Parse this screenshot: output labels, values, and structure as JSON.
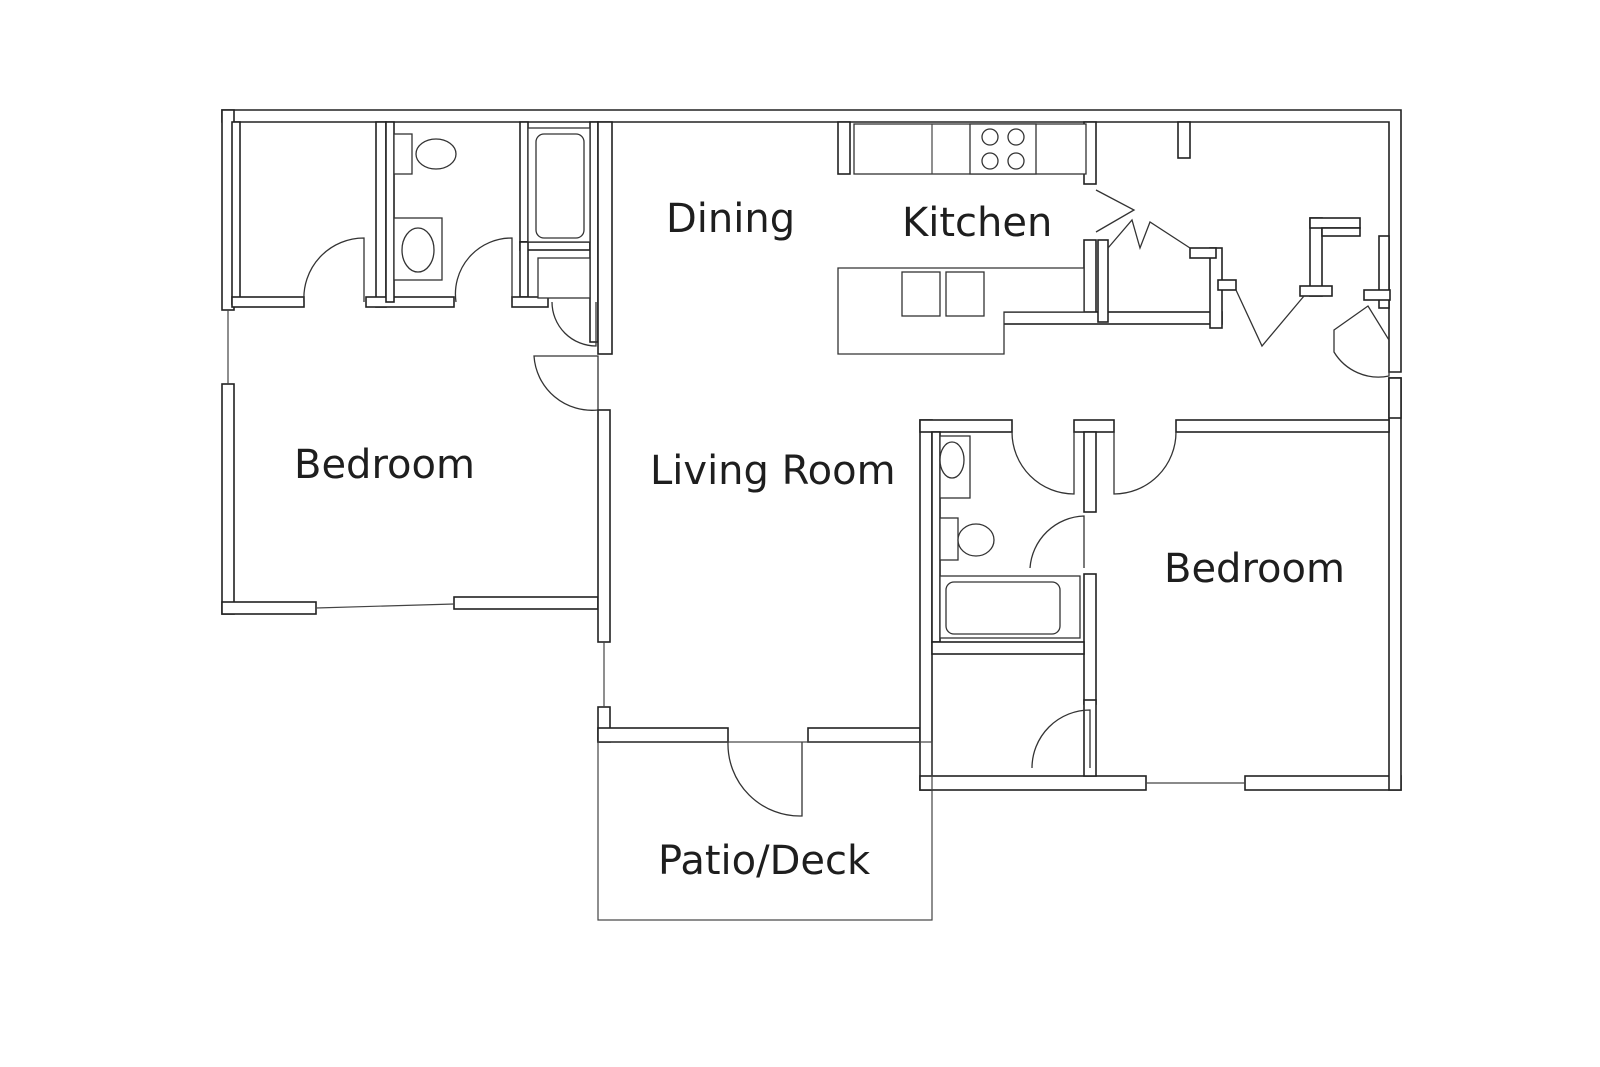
{
  "plan": {
    "rooms": {
      "dining": "Dining",
      "kitchen": "Kitchen",
      "bedroom_left": "Bedroom",
      "living_room": "Living Room",
      "bedroom_right": "Bedroom",
      "patio": "Patio/Deck"
    },
    "colors": {
      "background": "#ffffff",
      "lines": "#222222"
    }
  }
}
